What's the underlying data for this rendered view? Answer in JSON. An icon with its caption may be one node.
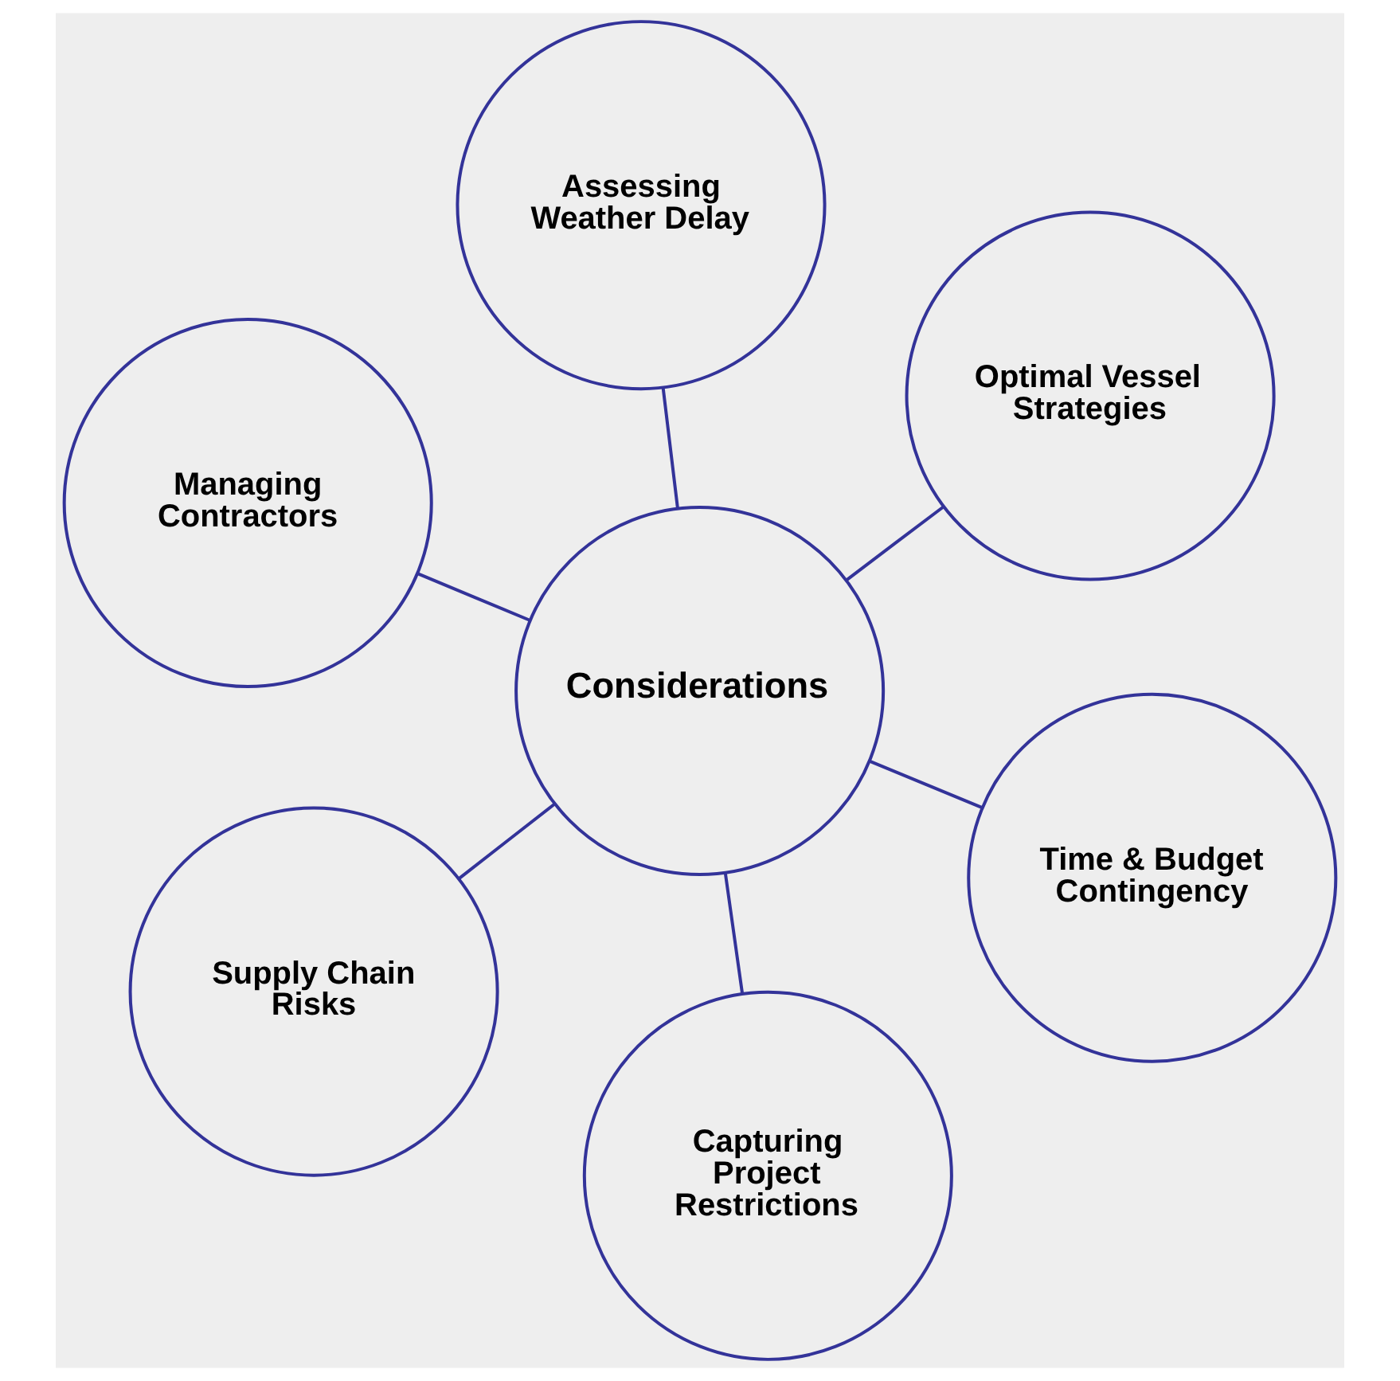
{
  "diagram": {
    "nodes": [
      {
        "text": [
          "Managing Contractors"
        ]
      },
      {
        "text": [
          "Time & Budget Contingency"
        ]
      },
      {
        "text": [
          "Capturing Project Restrictions"
        ]
      },
      {
        "text": [
          "Considerations"
        ]
      },
      {
        "text": [
          "Optimal Vessel Strategies"
        ]
      },
      {
        "text": [
          "Assessing Weather Delay"
        ]
      },
      {
        "text": [
          "Supply Chain Risks"
        ]
      }
    ],
    "edges": [
      {
        "from": 3,
        "to": 0,
        "arrow": "none"
      },
      {
        "from": 3,
        "to": 1,
        "arrow": "none"
      },
      {
        "from": 3,
        "to": 2,
        "arrow": "none"
      },
      {
        "from": 3,
        "to": 4,
        "arrow": "none"
      },
      {
        "from": 3,
        "to": 5,
        "arrow": "none"
      },
      {
        "from": 3,
        "to": 6,
        "arrow": "none"
      }
    ]
  }
}
